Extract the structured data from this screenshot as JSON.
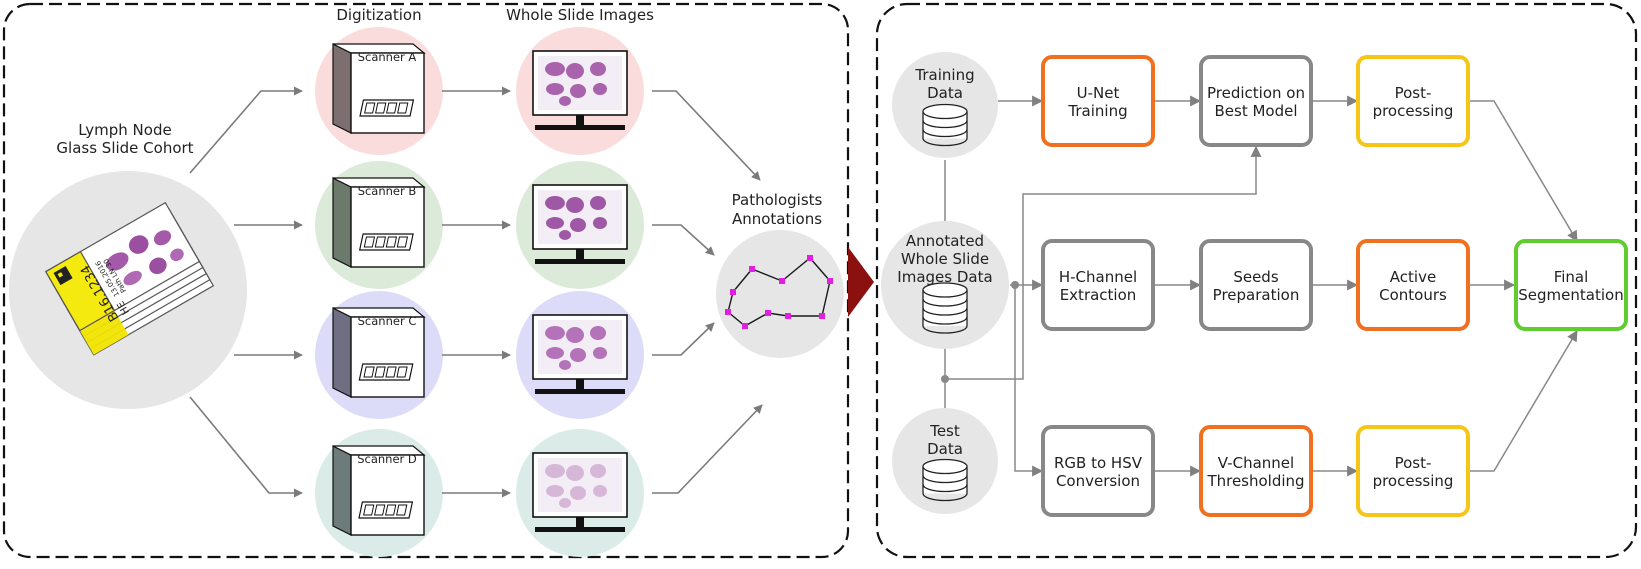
{
  "left_panel": {
    "cohort_label": [
      "Lymph Node",
      "Glass Slide Cohort"
    ],
    "digitization_header": "Digitization",
    "wsi_header": "Whole Slide Images",
    "scanners": [
      {
        "label": "Scanner A",
        "color": "#fadcdc",
        "side": "#7d6f6f"
      },
      {
        "label": "Scanner B",
        "color": "#dcebd9",
        "side": "#6b7a6b"
      },
      {
        "label": "Scanner C",
        "color": "#dcdcf8",
        "side": "#6e6f82"
      },
      {
        "label": "Scanner D",
        "color": "#daebe8",
        "side": "#6d7b7a"
      }
    ],
    "annotations_label": [
      "Pathologists",
      "Annotations"
    ],
    "slide_label_lines": [
      "B16.1234",
      "HE",
      "13.05.2016",
      "Path LN 30"
    ]
  },
  "right_panel": {
    "data_nodes": {
      "training": [
        "Training",
        "Data"
      ],
      "annotated": [
        "Annotated",
        "Whole Slide",
        "Images Data"
      ],
      "test": [
        "Test",
        "Data"
      ]
    },
    "boxes": {
      "unet": {
        "lines": [
          "U-Net",
          "Training"
        ],
        "color": "#f07020"
      },
      "prediction": {
        "lines": [
          "Prediction on",
          "Best Model"
        ],
        "color": "#888888"
      },
      "post1": {
        "lines": [
          "Post-",
          "processing"
        ],
        "color": "#f5c518"
      },
      "hchannel": {
        "lines": [
          "H-Channel",
          "Extraction"
        ],
        "color": "#888888"
      },
      "seeds": {
        "lines": [
          "Seeds",
          "Preparation"
        ],
        "color": "#888888"
      },
      "active": {
        "lines": [
          "Active",
          "Contours"
        ],
        "color": "#f07020"
      },
      "final": {
        "lines": [
          "Final",
          "Segmentation"
        ],
        "color": "#5fcc2f"
      },
      "rgb": {
        "lines": [
          "RGB to HSV",
          "Conversion"
        ],
        "color": "#888888"
      },
      "vchannel": {
        "lines": [
          "V-Channel",
          "Thresholding"
        ],
        "color": "#f07020"
      },
      "post2": {
        "lines": [
          "Post-",
          "processing"
        ],
        "color": "#f5c518"
      }
    }
  },
  "connector_color": "#8b1010",
  "circle_gray": "#e6e6e6",
  "annotation_point_color": "#e020e0"
}
